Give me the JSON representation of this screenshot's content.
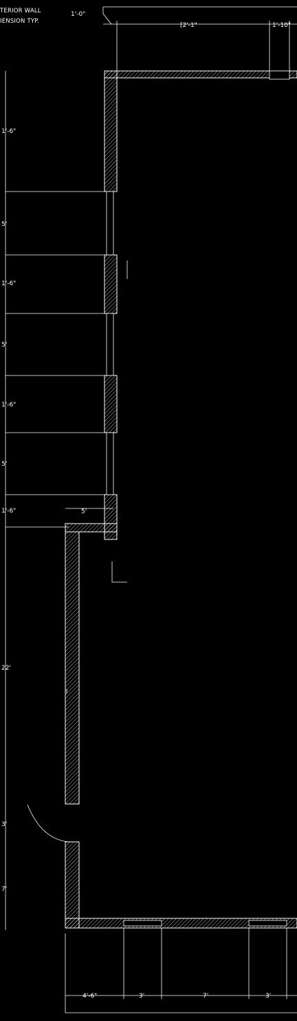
{
  "notes": {
    "line1": "TERIOR WALL",
    "line2": "IENSION TYP."
  },
  "top_dims": {
    "d1": "1'-0\"",
    "d2": "[2'-1\"",
    "d3": "1'-10\""
  },
  "left_dims": {
    "a": "1'-6\"",
    "b": "5'",
    "c": "1'-6\"",
    "d": "5'",
    "e": "1'-6\"",
    "f": "5'",
    "g": "1'-6\"",
    "h": "22'",
    "i": "3'",
    "j": "7'"
  },
  "bottom_dims": {
    "a": "4'-6\"",
    "b": "3'",
    "c": "7'",
    "d": "3'"
  }
}
